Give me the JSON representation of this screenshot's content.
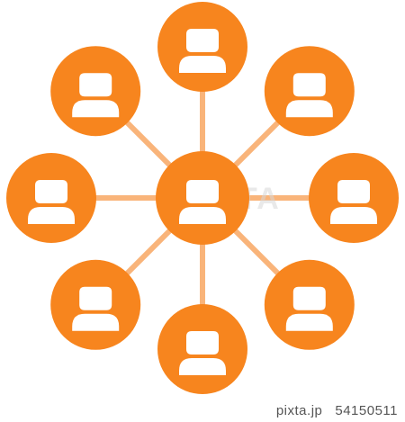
{
  "diagram": {
    "type": "star-network",
    "center_node": "person-icon",
    "outer_node_count": 8,
    "outer_nodes": [
      "person-icon",
      "person-icon",
      "person-icon",
      "person-icon",
      "person-icon",
      "person-icon",
      "person-icon",
      "person-icon"
    ]
  },
  "colors": {
    "node_fill": "#f7851e",
    "connector": "#f9b47a",
    "icon": "#ffffff",
    "background": "#ffffff"
  },
  "watermark": {
    "text": "PIXTA"
  },
  "footer": {
    "source": "pixta.jp",
    "image_id": "54150511"
  }
}
